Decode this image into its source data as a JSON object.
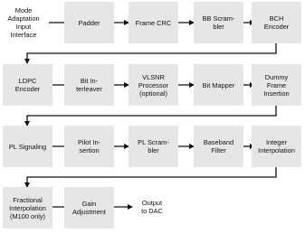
{
  "diagram": {
    "input_label": "Mode\nAdaptation\nInput\nInterface",
    "output_label": "Output\nto DAC",
    "rows": [
      [
        "Padder",
        "Frame CRC",
        "BB Scram-\nbler",
        "BCH\nEncoder"
      ],
      [
        "LDPC\nEncoder",
        "Bit In-\nterleaver",
        "VLSNR\nProcessor\n(optional)",
        "Bit Mapper",
        "Dummy\nFrame\nInsertion"
      ],
      [
        "PL Signaling",
        "Pilot In-\nsertion",
        "PL Scram-\nbler",
        "Baseband\nFilter",
        "Integer\nInterpolation"
      ],
      [
        "Fractional\nInterpolation\n(M100 only)",
        "Gain\nAdjustment"
      ]
    ]
  }
}
